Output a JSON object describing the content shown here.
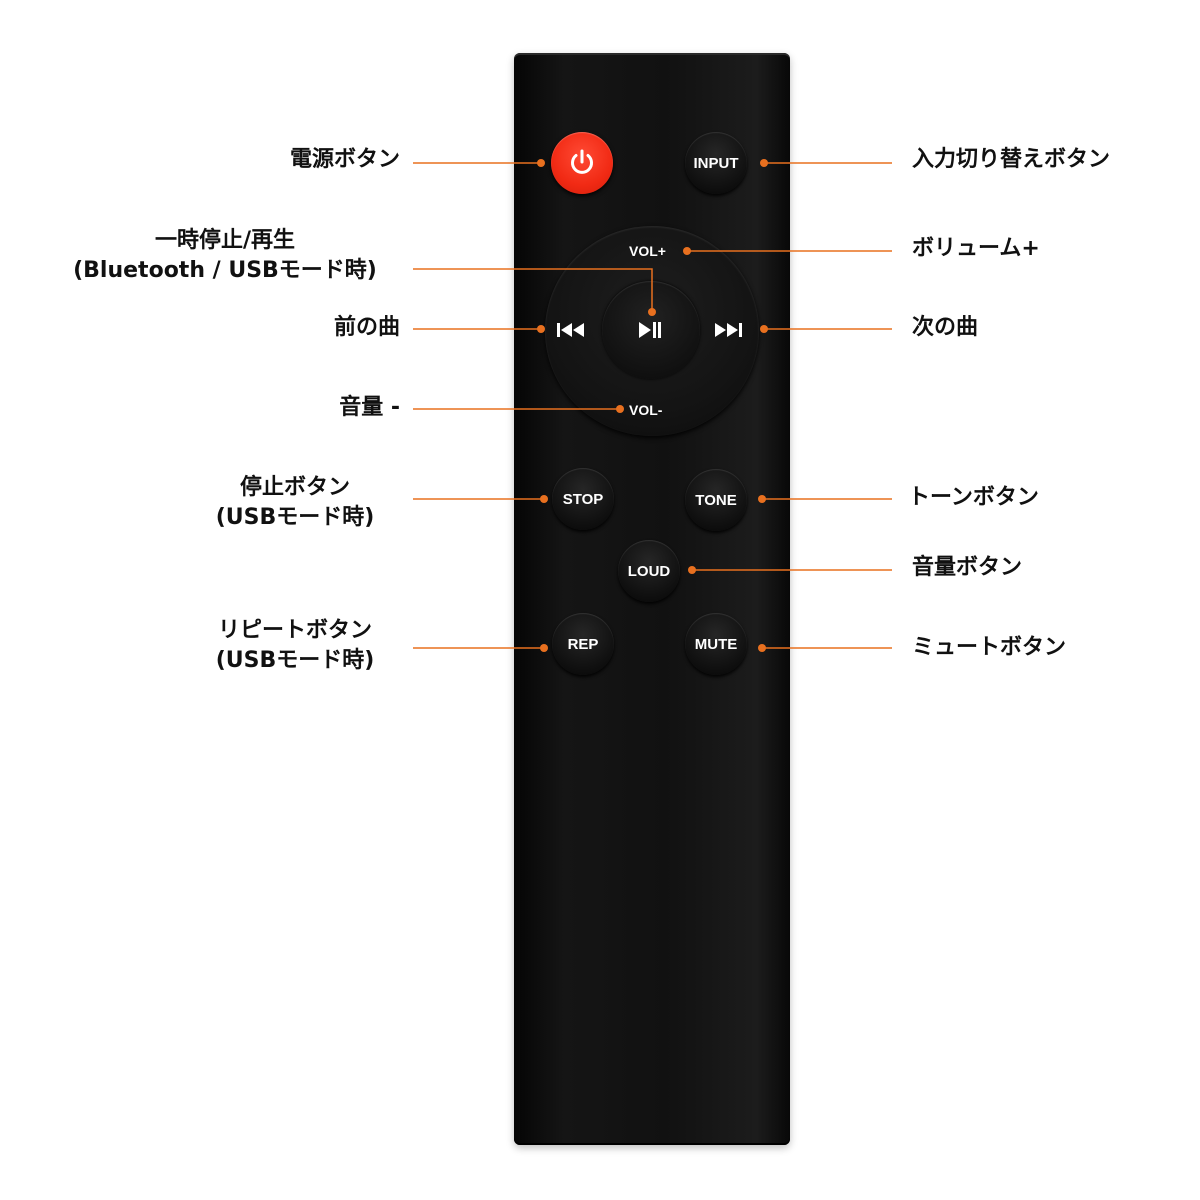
{
  "remote": {
    "buttons": {
      "input": "INPUT",
      "vol_up": "VOL+",
      "vol_down": "VOL-",
      "stop": "STOP",
      "tone": "TONE",
      "loud": "LOUD",
      "rep": "REP",
      "mute": "MUTE"
    },
    "icons": {
      "power": "power-icon",
      "play_pause": "play-pause-icon",
      "previous": "skip-previous-icon",
      "next": "skip-next-icon"
    },
    "colors": {
      "body": "#111111",
      "power_button": "#f12a14",
      "button": "#141414",
      "leader_line": "#e8701f",
      "button_text": "#ffffff"
    }
  },
  "callouts": {
    "power": "電源ボタン",
    "input": "入力切り替えボタン",
    "play_pause_line1": "一時停止/再生",
    "play_pause_line2": "(Bluetooth / USBモード時)",
    "vol_up": "ボリューム+",
    "previous": "前の曲",
    "next": "次の曲",
    "vol_down": "音量 -",
    "stop_line1": "停止ボタン",
    "stop_line2": "(USBモード時)",
    "tone": "トーンボタン",
    "loud": "音量ボタン",
    "rep_line1": "リピートボタン",
    "rep_line2": "(USBモード時)",
    "mute": "ミュートボタン"
  }
}
